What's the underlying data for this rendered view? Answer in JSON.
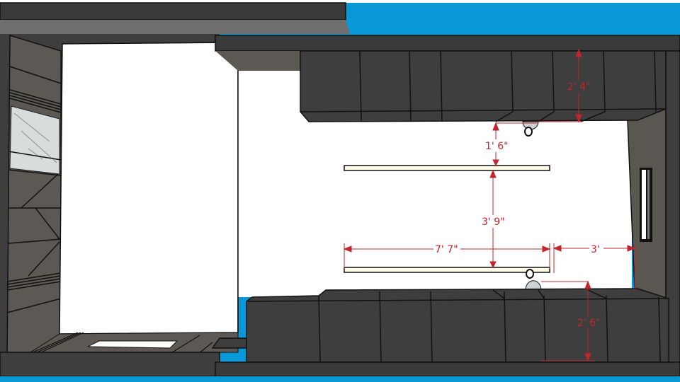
{
  "scene": {
    "type": "3D kitchen elevation / cutaway with dimensions",
    "colors": {
      "sky": "#0a99d8",
      "cabinet": "#3e3e3e",
      "cabinet_edge": "#111111",
      "wall_tile": "#5c5954",
      "side_wall": "#5a5650",
      "floor_white": "#ffffff",
      "dimension": "#c0272d",
      "slab": "#2f2f2f",
      "ceiling_grey": "#6e6e6e"
    }
  },
  "dimensions": {
    "upper_cabinet_height": "2' 4\"",
    "upper_to_shelf_gap": "1' 6\"",
    "shelf_to_shelf_gap": "3' 9\"",
    "shelf_length": "7' 7\"",
    "shelf_to_wall": "3'",
    "lower_cabinet_height": "2' 6\""
  },
  "elements": {
    "upper_cabinets_count": 8,
    "lower_cabinets_count": 8,
    "shelves_count": 2,
    "window": "vertical slit window on right wall",
    "marble_panel": "white marble inlay on left feature wall"
  }
}
